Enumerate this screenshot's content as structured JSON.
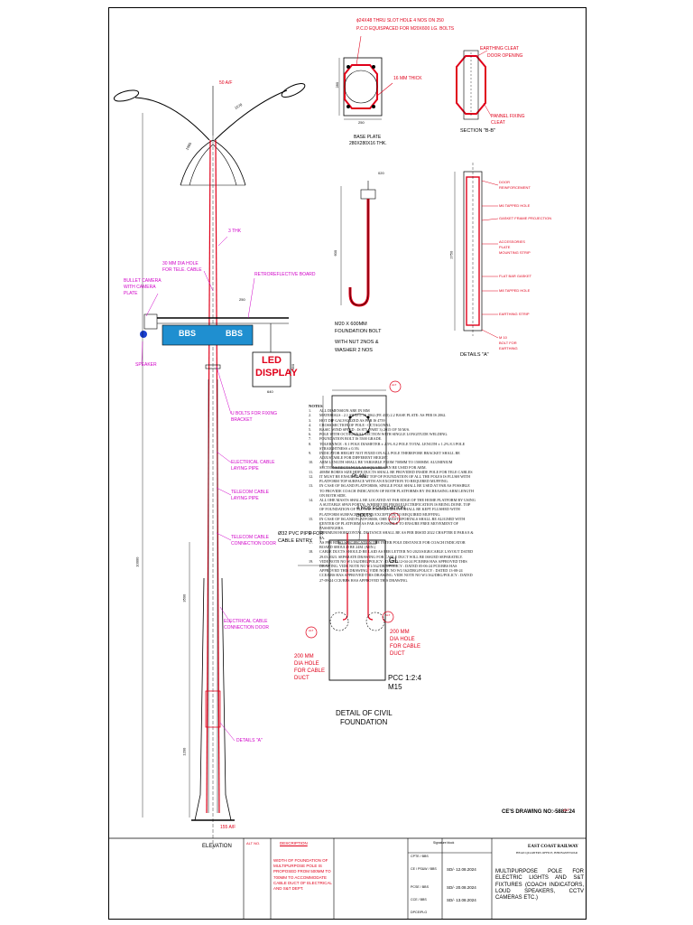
{
  "labels": {
    "slot_hole": "ϕ24X48 THRU SLOT HOLE 4 NOS ON 250",
    "pcd": "P.C.D EQUISPACED FOR M20X600 LG. BOLTS",
    "thick16": "16 MM THICK",
    "base_plate": "BASE PLATE",
    "base_plate_dim": "280X280X16 THK.",
    "earthing_cleat": "EARTHING CLEAT",
    "door_opening": "DOOR OPENING",
    "panel_fixing": "PANNEL FIXING",
    "cleat": "CLEAT",
    "section_bb": "SECTION \"B-B\"",
    "af50": "50 A/F",
    "thk3": "3 THK",
    "dia30": "30 MM DIA HOLE",
    "tele_cable": "FOR TELE. CABLE",
    "bullet_camera": "BULLET CAMERA",
    "with_camera": "WITH CAMERA",
    "plate": "PLATE",
    "retro_board": "RETROREFLECTIVE BOARD",
    "bbs1": "BBS",
    "bbs2": "BBS",
    "led1": "LED",
    "led2": "DISPLAY",
    "speaker": "SPEAKER",
    "u_bolts": "U BOLTS FOR FIXING",
    "bracket": "BRACKET",
    "elec_cable_lay": "ELECTRICAL CABLE",
    "laying_pipe": "LAYING PIPE",
    "telecom_lay": "TELECOM CABLE",
    "laying_pipe2": "LAYING PIPE",
    "telecom_conn": "TELECOM CABLE",
    "conn_door": "CONNECTION DOOR",
    "elec_conn": "ELECTRICAL CABLE",
    "conn_door2": "CONNECTION DOOR",
    "details_a": "DETAILS \"A\"",
    "af155": "155 A/F",
    "elevation": "ELEVATION",
    "m20": "M20 X 600MM",
    "fbolt": "FOUNDATION BOLT",
    "with_nut": "WITH NUT 2NOS &",
    "washer": "WASHER 2 NOS",
    "door_reinf": "DOOR",
    "reinf": "REINFORCEMENT",
    "m6_tapped": "M6 TAPPED HOLE",
    "gasket_frame": "GASKET FRAME PROJECTION",
    "accessories": "ACCESSORIES",
    "plate_mount": "PLATE",
    "mounting_strip": "MOUNTING STRIP",
    "flat_gasket": "FLAT BAR GASKET",
    "m8_tapped": "M8 TAPPED HOLE",
    "earth_strip": "EARTHING STRIP",
    "m10": "M 10",
    "bolt_earth": "BOLT FOR",
    "earthing": "EARTHING",
    "details_a2": "DETAILS \"A\"",
    "plan": "PLAN",
    "alt": "ALT",
    "four_nos": "4 NOS FOUNDATION",
    "bolts": "BOLTS",
    "pvc": "Ø32 PVC PIPE FOR",
    "cable_entry": "CABLE ENTRY",
    "gl": "GL",
    "hole200a": "200 MM",
    "hole200b": "DIA HOLE",
    "hole200c": "FOR CABLE",
    "hole200d": "DUCT",
    "pcc1": "PCC 1:2:4",
    "pcc2": "M15",
    "detail_civil": "DETAIL OF CIVIL",
    "foundation": "FOUNDATION",
    "dims": {
      "d250": "250",
      "d280": "280",
      "d1570": "1570",
      "d1960": "1960",
      "d250b": "250",
      "d640": "640",
      "d450": "450",
      "d10000": "10000",
      "d3500": "3500",
      "d1200": "1200",
      "d600": "600",
      "d020": "020",
      "d2750": "2750"
    }
  },
  "notes": {
    "title": "NOTES",
    "items": [
      {
        "no": "1.",
        "text": "ALL DIMENSION ARE IN MM"
      },
      {
        "no": "2.",
        "text": "MATERIALS : 2.1 SHAFT: IS 2062 (FE 410) 2.2 BASE PLATE: AS PER IS 2062."
      },
      {
        "no": "3.",
        "text": "HOT DIP GALVANIZED AS PER IS 4759"
      },
      {
        "no": "4.",
        "text": "CROSS SECTION OF POLE - OCTAGONAL"
      },
      {
        "no": "5.",
        "text": "BASIC WIND SPEED : IS 875 (PART 3) 2015 OF 50 M/S."
      },
      {
        "no": "6.",
        "text": "POLE WITH OCTAGONAL SECTION WITH SINGLE LONGITUDE WELDING."
      },
      {
        "no": "7.",
        "text": "FOUNDATION BOLT IS 5500 GRADE."
      },
      {
        "no": "8.",
        "text": "TOLERANCE : 8.1 POLE DIAMETER ± 2.5% 8.2 POLE TOTAL LENGTH ± 1.2% 8.3 POLE STRAIGHTNESS ± 0.3%"
      },
      {
        "no": "9.",
        "text": "INDICATOR HEIGHT NOT FIXED ON ALL POLE THEREFORE BRACKET SHALL BE ADJUSTABLE FOR DIFFERENT HEIGHT."
      },
      {
        "no": "10.",
        "text": "ARM LENGTH SHALL BE VARIABLE FROM 700MM TO 1500MM. ALUMINIUM SECTIONS/RECTANGULAR SQUARE CAN BE USED FOR ARM."
      },
      {
        "no": "11.",
        "text": "40MM BORES SIZE HDPE DUCTS SHALL BE PROVIDED INSIDE POLE FOR TELE CABLES"
      },
      {
        "no": "12.",
        "text": "IT MUST BE ENSURED THAT TOP OF FOUNDATION OF ALL THE POLES IS FLUSH WITH PLATFORM TOP SURFACE WITH AN EXCEPTION TO REQUIRED MUFFING."
      },
      {
        "no": "13.",
        "text": "IN CASE OF ISLAND PLATFORMS, SINGLE POLE SHALL BE USED AT FAR AS POSSIBLE TO PROVIDE COACH INDICATION OF BOTH PLATFORMS BY INCREASING ARM LENGTH ON BOTH SIDE."
      },
      {
        "no": "14.",
        "text": "ALL OHE MASTS SHALL BE LOCATED AT FAR EDGE OF THE HOME PLATFORM BY USING A SUITABLE SPAN PORTAL WHEREVER FROM ELECTRIFICATION IS BEING DONE. TOP OF FOUNDATION OF ALL THE PORTALS MASTS SHALL BE KEPT FLUSHED WITH PLATFORM SURFACE WITH AN EXCEPTION TO REQUIRED MUFFING."
      },
      {
        "no": "15.",
        "text": "IN CASE OF ISLAND PLATFORMS, OHE MASTS/PORTALS SHALL BE ALIGNED WITH CENTER OF PLATFORM AS FAR AS POSSIBLE TO ENSURE FREE MOVEMENT OF PASSENGERS."
      },
      {
        "no": "16.",
        "text": "MINIMUM HORIZONTAL DISTANCE SHALL BE AS PER IRSOD 2022 CHAPTER II PARA 8 & 9A."
      },
      {
        "no": "17.",
        "text": "AS PER RDSO SPECIFICATION THE INTER POLE DISTANCE FOR COACH INDICATOR BOARD SHOULD BE 24M. (MIN.)"
      },
      {
        "no": "18.",
        "text": "CABLE DUCTS SHOULD BE LAID AS PER LETTER NO 2023/SIGB/CABLE LAYOUT DATED 29.03.2023. SEPARATE DRAWING FOR CABLE DUCT WILL BE ISSUED SEPARATELY."
      },
      {
        "no": "19.",
        "text": "VIDE NOTE NO W1/162/DRG/POLICY : DATED 12-04-24 PCE/BBS HAS APPROVED THIS DRAWING. VIDE NOTE NO W1/162/DRG/POLICY : DATED 05-06-24 PCE/BBS HAS APPROVED THIS DRAWING. VIDE NOTE NO W1/162/DRG/POLICY : DATED 13-08-24 CCE/BBS HAS APPROVED THIS DRAWING. VIDE NOTE NO W1/162/DRG/POLICY : DATED 27-09-24 CCE/BBS HAS APPROVED THIS DRAWING."
      }
    ]
  },
  "title_block": {
    "drawing_no": "CE'S DRAWING NO:-5882:24",
    "alt": "ALT",
    "railway": "EAST COAST RAILWAY",
    "office": "HEAD QUARTERS OFFICE, BHUBANESWAR",
    "title": "MULTIPURPOSE POLE FOR ELECTRIC LIGHTS AND S&T FIXTURES (COACH INDICATORS, LOUD SPEAKERS, CCTV CAMERAS ETC.)",
    "sig_heading": "Signature block",
    "rows": [
      {
        "role": "CPTE / BBS",
        "value": ""
      },
      {
        "role": "CE / PS&W / BBS",
        "value": "SD/- 12.08.2024"
      },
      {
        "role": "PCSE / BBS",
        "value": "SD/- 20.08.2024"
      },
      {
        "role": "CCE / BBS",
        "value": "SD/- 13.08.2024"
      },
      {
        "role": "DPCE/PLG",
        "value": ""
      }
    ],
    "alt_no_header": "ALT NO.",
    "description_header": "DESCRIPTION",
    "alt_description": "WIDTH OF FOUNDATION OF MULTIPURPOSE POLE IS PROPOSED FROM 500MM TO 700MM TO ACCOMMODATE CABLE DUCT OF ELECTRICAL AND S&T DEPT."
  }
}
